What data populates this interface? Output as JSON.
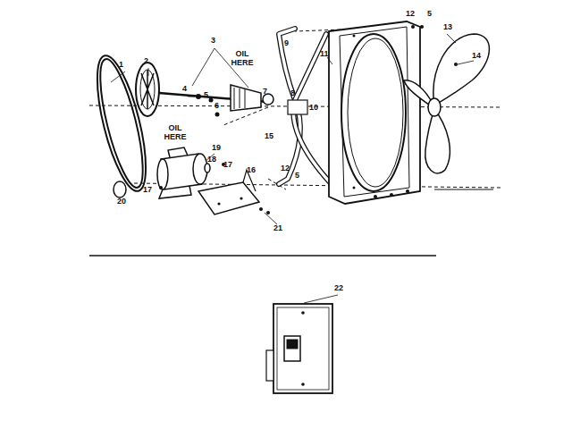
{
  "diagram": {
    "labels": [
      "12",
      "5",
      "13",
      "3",
      "9",
      "11",
      "OIL HERE",
      "2",
      "1",
      "14",
      "8",
      "4",
      "7",
      "5",
      "6",
      "10",
      "OIL HERE",
      "15",
      "19",
      "18",
      "17",
      "16",
      "12",
      "5",
      "20",
      "17",
      "21",
      "22"
    ]
  }
}
